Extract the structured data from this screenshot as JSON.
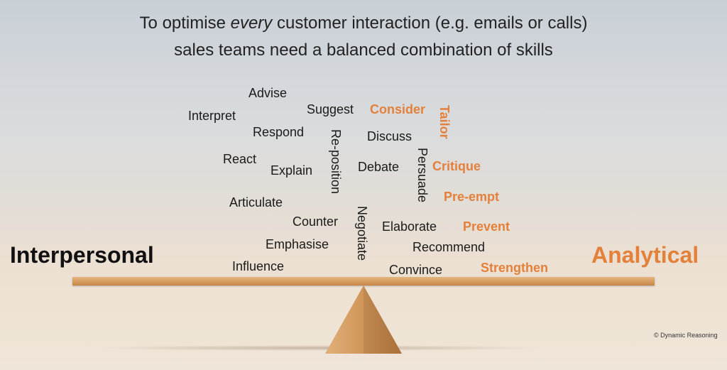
{
  "headline": {
    "line1_pre": "To optimise ",
    "line1_em": "every",
    "line1_post": " customer interaction (e.g. emails or calls)",
    "line2": "sales teams need a balanced combination of skills"
  },
  "labels": {
    "left": "Interpersonal",
    "right": "Analytical"
  },
  "words": {
    "advise": "Advise",
    "interpret": "Interpret",
    "suggest": "Suggest",
    "consider": "Consider",
    "tailor": "Tailor",
    "respond": "Respond",
    "reposition": "Re-position",
    "discuss": "Discuss",
    "react": "React",
    "explain": "Explain",
    "debate": "Debate",
    "persuade": "Persuade",
    "critique": "Critique",
    "articulate": "Articulate",
    "preempt": "Pre-empt",
    "counter": "Counter",
    "negotiate": "Negotiate",
    "elaborate": "Elaborate",
    "prevent": "Prevent",
    "emphasise": "Emphasise",
    "recommend": "Recommend",
    "influence": "Influence",
    "convince": "Convince",
    "strengthen": "Strengthen"
  },
  "copyright": "© Dynamic Reasoning",
  "colors": {
    "analytical_accent": "#e3803a",
    "interpersonal_text": "#111111",
    "plank": "#d39a5c",
    "fulcrum": "#c98a4e"
  }
}
